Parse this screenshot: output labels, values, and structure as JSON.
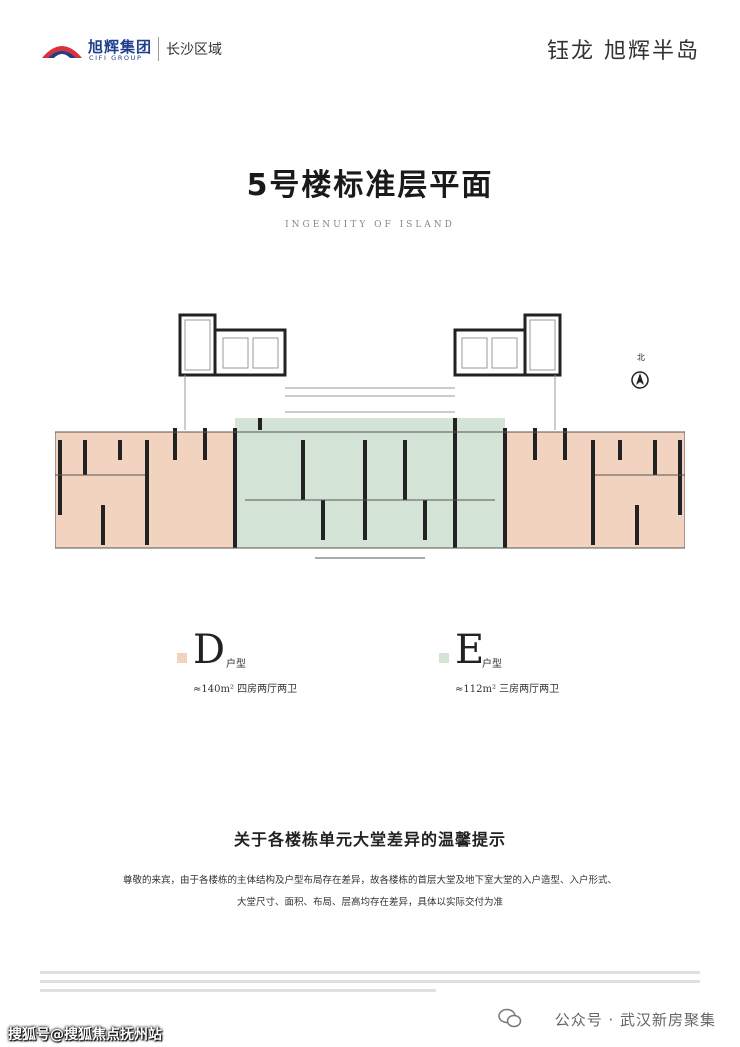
{
  "header": {
    "brand_cn": "旭辉集团",
    "brand_en": "CIFI GROUP",
    "region": "长沙区域",
    "project_name": "钰龙 旭辉半岛"
  },
  "title": "5号楼标准层平面",
  "subtitle": "INGENUITY OF ISLAND",
  "north_label": "北",
  "legend": [
    {
      "letter": "D",
      "type": "户型",
      "area": "≈140",
      "unit": "m²",
      "desc": "四房两厅两卫",
      "color": "#f2d3bf"
    },
    {
      "letter": "E",
      "type": "户型",
      "area": "≈112",
      "unit": "m²",
      "desc": "三房两厅两卫",
      "color": "#d3e3d6"
    }
  ],
  "notice": {
    "title": "关于各楼栋单元大堂差异的温馨提示",
    "line1": "尊敬的来宾，由于各楼栋的主体结构及户型布局存在差异，故各楼栋的首层大堂及地下室大堂的入户造型、入户形式、",
    "line2": "大堂尺寸、面积、布局、层高均存在差异，具体以实际交付为准"
  },
  "watermark": {
    "left": "搜狐号@搜狐焦点抚州站",
    "right": "公众号 · 武汉新房聚集"
  },
  "colors": {
    "unit_d": "#f2d3bf",
    "unit_e": "#d3e3d6",
    "brand_blue": "#1f3f8c",
    "brand_red": "#d8323c"
  }
}
